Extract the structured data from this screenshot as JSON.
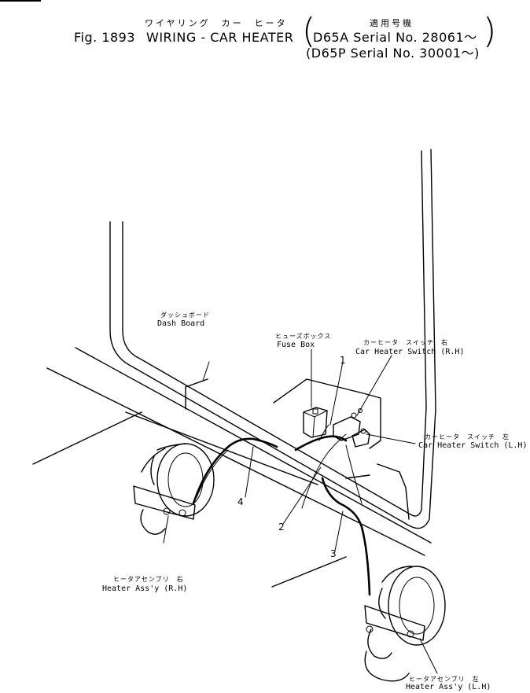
{
  "header": {
    "title_jp": "ワイヤリング　カー　ヒータ",
    "fig_label": "Fig. 1893",
    "title_en": "WIRING - CAR HEATER",
    "applic_jp": "適用号機",
    "serial_a": "D65A Serial No. 28061～",
    "serial_p": "(D65P Serial No. 30001～)",
    "paren_open": "(",
    "paren_close": ")"
  },
  "labels": {
    "dash_board_jp": "ダッシュボード",
    "dash_board": "Dash Board",
    "fuse_box_jp": "ヒューズボックス",
    "fuse_box": "Fuse Box",
    "switch_rh_jp": "カーヒータ　スイッチ　右",
    "switch_rh": "Car Heater Switch (R.H)",
    "switch_lh_jp": "カーヒータ　スイッチ　左",
    "switch_lh": "Car Heater Switch (L.H)",
    "heater_rh_jp": "ヒータアセンブリ　右",
    "heater_rh": "Heater Ass'y (R.H)",
    "heater_lh_jp": "ヒータアセンブリ　左",
    "heater_lh": "Heater Ass'y (L.H)"
  },
  "callouts": [
    "1",
    "2",
    "3",
    "4"
  ]
}
